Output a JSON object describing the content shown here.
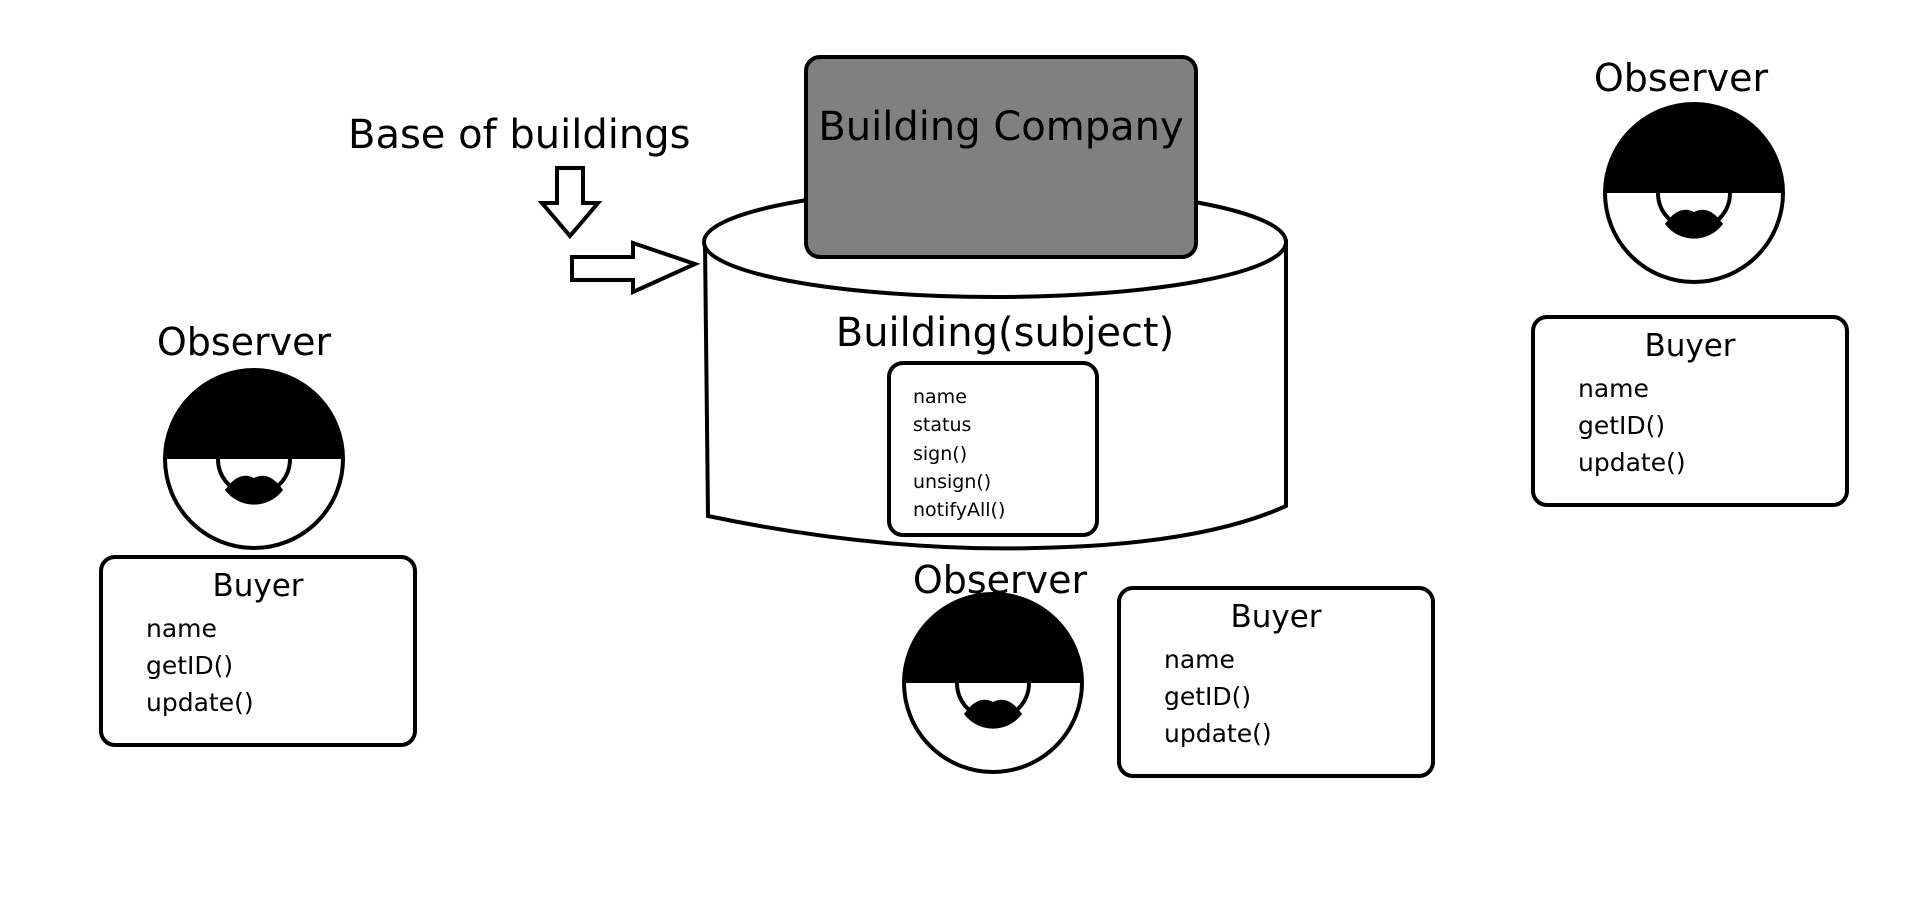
{
  "base_label": "Base of buildings",
  "company_label": "Building Company",
  "subject": {
    "title": "Building(subject)",
    "members": [
      "name",
      "status",
      "sign()",
      "unsign()",
      "notifyAll()"
    ]
  },
  "observers": [
    {
      "label": "Observer",
      "box_title": "Buyer",
      "members": [
        "name",
        "getID()",
        "update()"
      ]
    },
    {
      "label": "Observer",
      "box_title": "Buyer",
      "members": [
        "name",
        "getID()",
        "update()"
      ]
    },
    {
      "label": "Observer",
      "box_title": "Buyer",
      "members": [
        "name",
        "getID()",
        "update()"
      ]
    }
  ],
  "colors": {
    "company_fill": "#808080",
    "stroke": "#000000",
    "background": "#ffffff"
  }
}
